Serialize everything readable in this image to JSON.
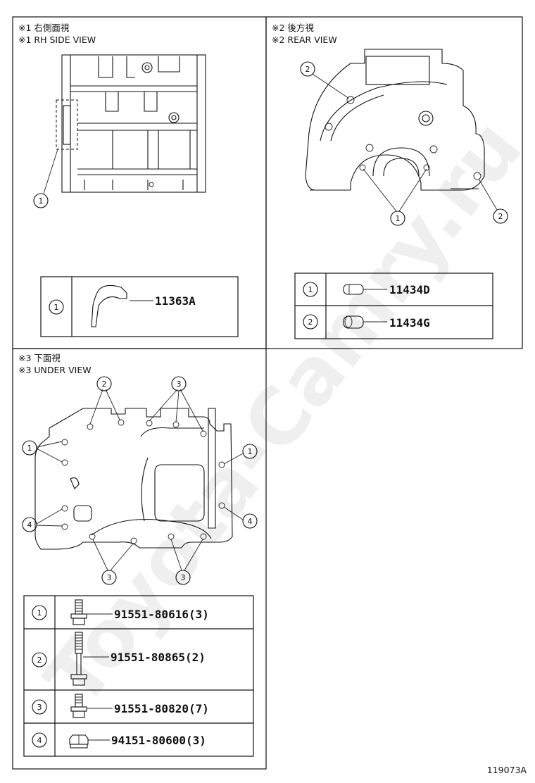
{
  "watermark": "Toyota-Camry.ru",
  "drawing_id": "119073A",
  "views": [
    {
      "caption_jp": "※1 右側面視",
      "caption_en": "※1 RH SIDE VIEW",
      "legend": [
        {
          "callout": "1",
          "part": "11363A"
        }
      ],
      "callouts": [
        "1"
      ]
    },
    {
      "caption_jp": "※2 後方視",
      "caption_en": "※2 REAR VIEW",
      "legend": [
        {
          "callout": "1",
          "part": "11434D"
        },
        {
          "callout": "2",
          "part": "11434G"
        }
      ],
      "callouts": [
        "2",
        "1",
        "2"
      ]
    },
    {
      "caption_jp": "※3 下面視",
      "caption_en": "※3 UNDER VIEW",
      "legend": [
        {
          "callout": "1",
          "part": "91551-80616(3)"
        },
        {
          "callout": "2",
          "part": "91551-80865(2)"
        },
        {
          "callout": "3",
          "part": "91551-80820(7)"
        },
        {
          "callout": "4",
          "part": "94151-80600(3)"
        }
      ],
      "callouts": [
        "2",
        "3",
        "1",
        "1",
        "4",
        "4",
        "3",
        "3"
      ]
    }
  ]
}
